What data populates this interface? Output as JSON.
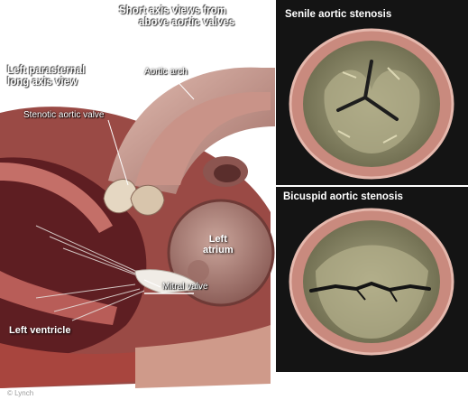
{
  "headings": {
    "short_axis": [
      "Short axis views from",
      "above aortic valves"
    ],
    "long_axis": [
      "Left parasternal",
      "long axis view"
    ]
  },
  "labels": {
    "aortic_arch": "Aortic arch",
    "stenotic_valve": "Stenotic aortic valve",
    "left_atrium": [
      "Left",
      "atrium"
    ],
    "mitral_valve": "Mitral valve",
    "left_ventricle": "Left ventricle"
  },
  "panels": {
    "top_title": "Senile aortic stenosis",
    "bottom_title": "Bicuspid aortic stenosis"
  },
  "credit": "© Lynch",
  "colors": {
    "panel_bg": "#141414",
    "tissue": "#b86a63",
    "tissue_dark": "#7a3030",
    "valve_ring": "#c98a7e",
    "calcified_valve": "#8f8b6a"
  }
}
